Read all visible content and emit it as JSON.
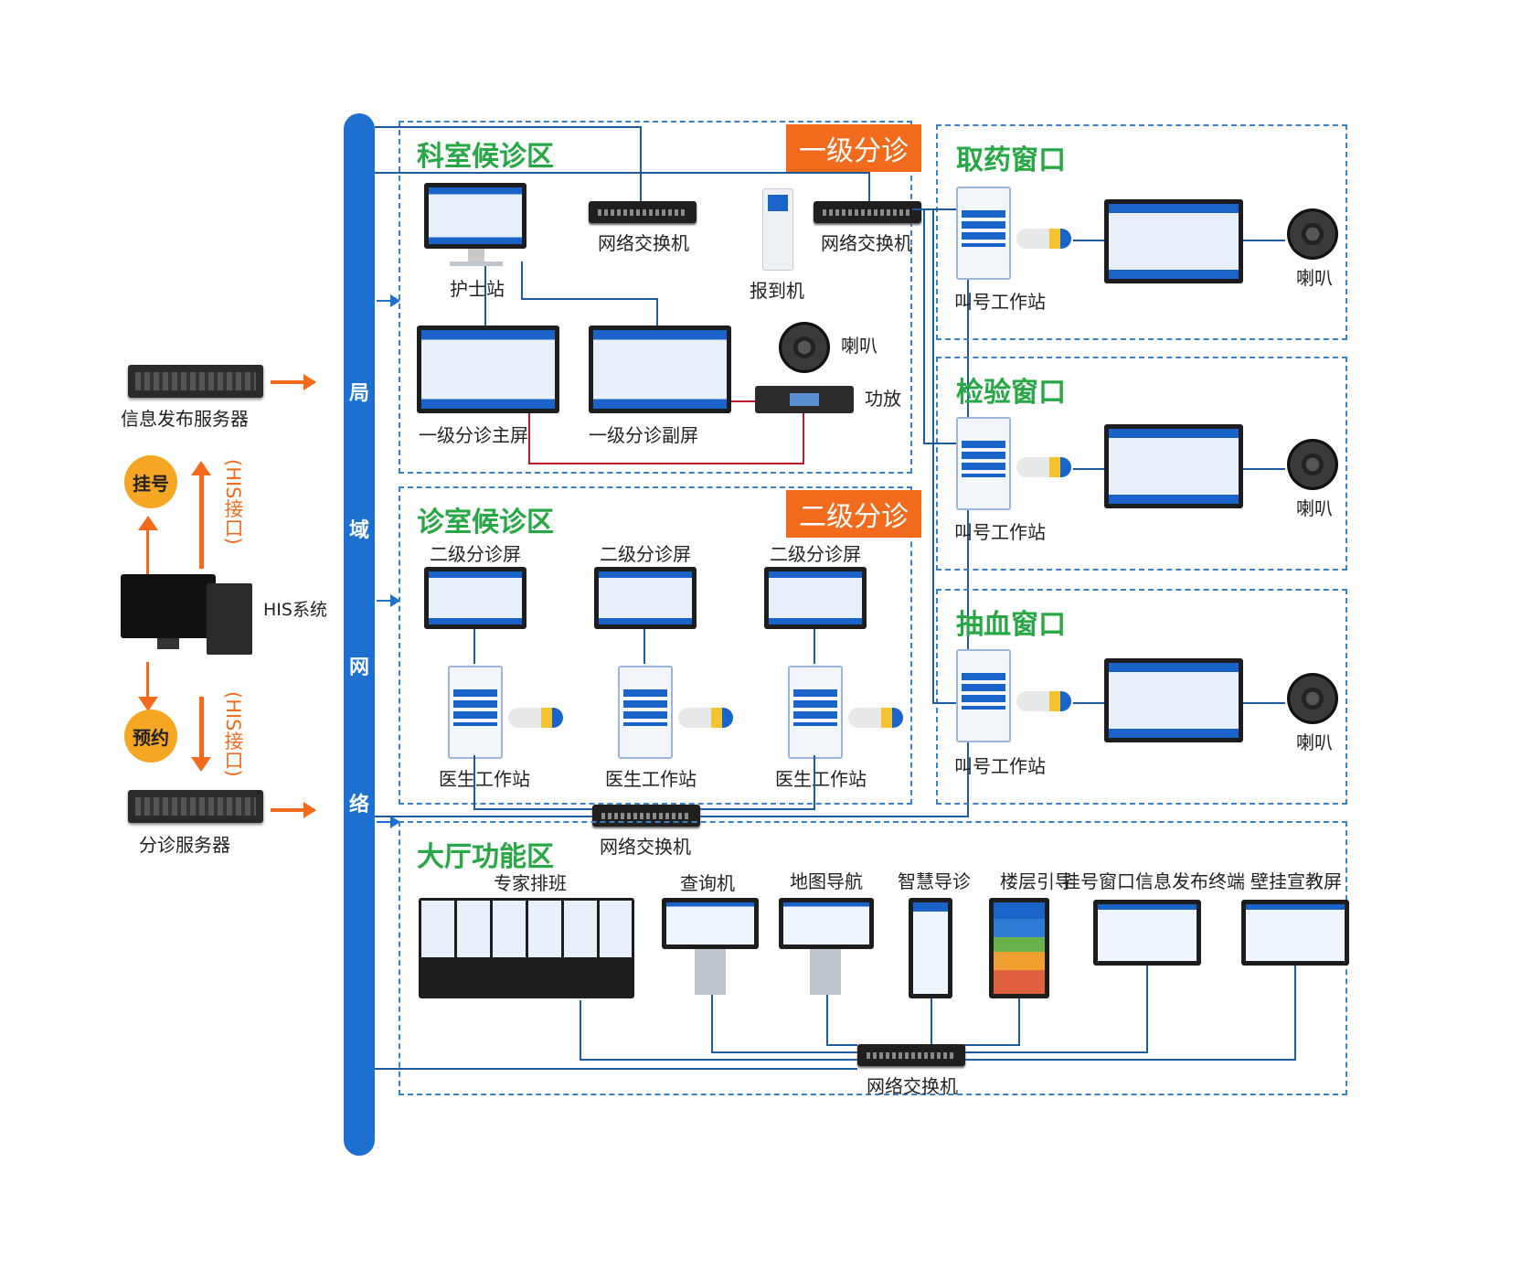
{
  "left": {
    "info_server_label": "信息发布服务器",
    "guahao_label": "挂号",
    "his_interface_up": "(HIS接口)",
    "his_system_label": "HIS系统",
    "yuyue_label": "预约",
    "his_interface_down": "(HIS接口)",
    "triage_server_label": "分诊服务器"
  },
  "bus": {
    "chars": [
      "局",
      "域",
      "网",
      "络"
    ]
  },
  "zone_keshi": {
    "title": "科室候诊区",
    "badge": "一级分诊",
    "nurse_station": "护士站",
    "switch1": "网络交换机",
    "checkin": "报到机",
    "switch2": "网络交换机",
    "speaker": "喇叭",
    "amplifier": "功放",
    "main_screen": "一级分诊主屏",
    "sub_screen": "一级分诊副屏"
  },
  "zone_zhenshi": {
    "title": "诊室候诊区",
    "badge": "二级分诊",
    "screens": [
      "二级分诊屏",
      "二级分诊屏",
      "二级分诊屏"
    ],
    "doctor_stations": [
      "医生工作站",
      "医生工作站",
      "医生工作站"
    ],
    "switch": "网络交换机"
  },
  "windows": [
    {
      "title": "取药窗口",
      "station": "叫号工作站",
      "speaker": "喇叭"
    },
    {
      "title": "检验窗口",
      "station": "叫号工作站",
      "speaker": "喇叭"
    },
    {
      "title": "抽血窗口",
      "station": "叫号工作站",
      "speaker": "喇叭"
    }
  ],
  "hall": {
    "title": "大厅功能区",
    "items": [
      "专家排班",
      "查询机",
      "地图导航",
      "智慧导诊",
      "楼层引导",
      "挂号窗口信息发布终端",
      "壁挂宣教屏"
    ],
    "switch": "网络交换机"
  }
}
